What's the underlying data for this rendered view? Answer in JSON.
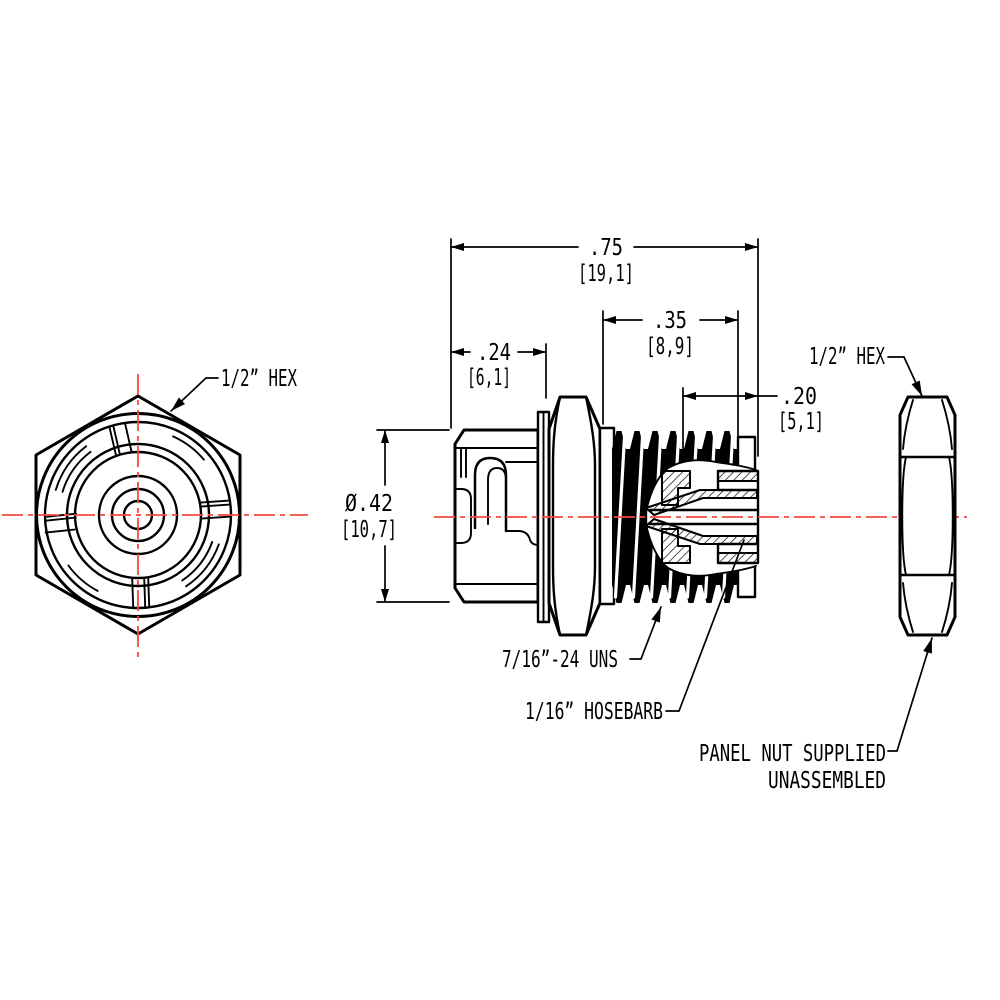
{
  "drawing": {
    "dimensions": {
      "overall_length": {
        "inch": ".75",
        "mm": "[19,1]"
      },
      "coupling_length": {
        "inch": ".24",
        "mm": "[6,1]"
      },
      "thread_length": {
        "inch": ".35",
        "mm": "[8,9]"
      },
      "barb_protrusion": {
        "inch": ".20",
        "mm": "[5,1]"
      },
      "body_diameter": {
        "inch": "Ø.42",
        "mm": "[10,7]"
      }
    },
    "labels": {
      "front_hex": "1/2” HEX",
      "nut_hex": "1/2” HEX",
      "thread_spec": "7/16”-24 UNS",
      "hose_barb": "1/16” HOSEBARB",
      "panel_nut_note_line1": "PANEL NUT SUPPLIED",
      "panel_nut_note_line2": "UNASSEMBLED"
    },
    "colors": {
      "line": "#000000",
      "centerline": "#f24b3e",
      "background": "#ffffff"
    }
  }
}
